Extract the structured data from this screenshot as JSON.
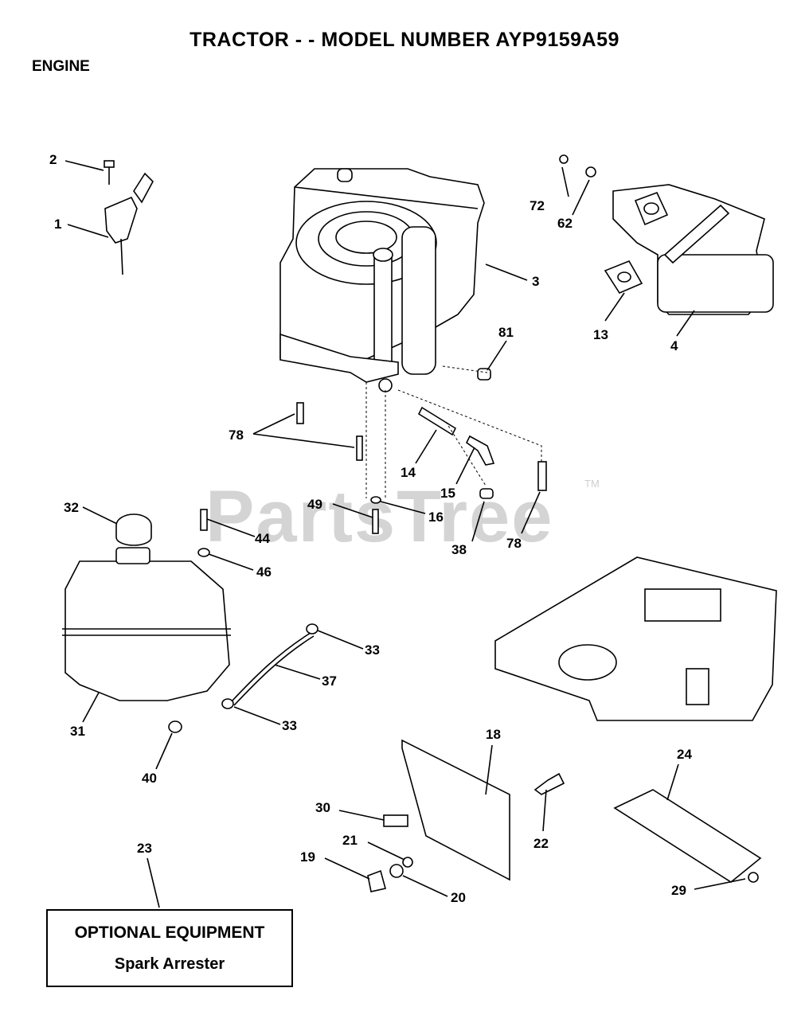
{
  "header": {
    "title": "TRACTOR - - MODEL NUMBER AYP9159A59",
    "section": "ENGINE"
  },
  "watermark": {
    "text": "PartsTree",
    "tm": "TM"
  },
  "callouts": [
    {
      "id": "c-1",
      "label": "1"
    },
    {
      "id": "c-2",
      "label": "2"
    },
    {
      "id": "c-3",
      "label": "3"
    },
    {
      "id": "c-4",
      "label": "4"
    },
    {
      "id": "c-13",
      "label": "13"
    },
    {
      "id": "c-14",
      "label": "14"
    },
    {
      "id": "c-15",
      "label": "15"
    },
    {
      "id": "c-16",
      "label": "16"
    },
    {
      "id": "c-18",
      "label": "18"
    },
    {
      "id": "c-19",
      "label": "19"
    },
    {
      "id": "c-20",
      "label": "20"
    },
    {
      "id": "c-21",
      "label": "21"
    },
    {
      "id": "c-22",
      "label": "22"
    },
    {
      "id": "c-23",
      "label": "23"
    },
    {
      "id": "c-24",
      "label": "24"
    },
    {
      "id": "c-29",
      "label": "29"
    },
    {
      "id": "c-30",
      "label": "30"
    },
    {
      "id": "c-31",
      "label": "31"
    },
    {
      "id": "c-32",
      "label": "32"
    },
    {
      "id": "c-33a",
      "label": "33"
    },
    {
      "id": "c-33b",
      "label": "33"
    },
    {
      "id": "c-37",
      "label": "37"
    },
    {
      "id": "c-38",
      "label": "38"
    },
    {
      "id": "c-40",
      "label": "40"
    },
    {
      "id": "c-44",
      "label": "44"
    },
    {
      "id": "c-46",
      "label": "46"
    },
    {
      "id": "c-49",
      "label": "49"
    },
    {
      "id": "c-62",
      "label": "62"
    },
    {
      "id": "c-72",
      "label": "72"
    },
    {
      "id": "c-78a",
      "label": "78"
    },
    {
      "id": "c-78b",
      "label": "78"
    },
    {
      "id": "c-81",
      "label": "81"
    }
  ],
  "optional_box": {
    "heading": "OPTIONAL EQUIPMENT",
    "item": "Spark Arrester"
  }
}
